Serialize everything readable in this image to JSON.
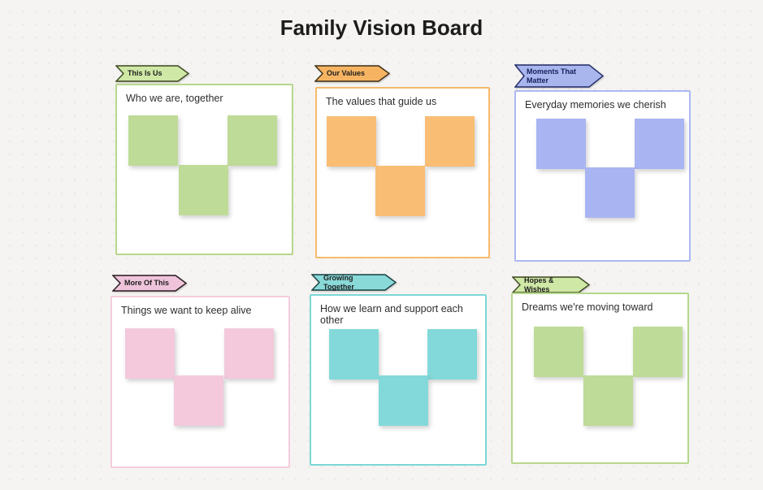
{
  "page": {
    "title": "Family Vision Board"
  },
  "board": {
    "background_color": "#f5f4f2",
    "sections": [
      {
        "tag": "This Is Us",
        "subtitle": "Who we are, together",
        "theme": "green",
        "colors": {
          "tag_fill": "#cfe8a6",
          "box_border": "#b7d78d",
          "note_fill": "#bedb97"
        },
        "note_count": 3
      },
      {
        "tag": "Our Values",
        "subtitle": "The values that guide us",
        "theme": "orange",
        "colors": {
          "tag_fill": "#f6b463",
          "box_border": "#f7b96b",
          "note_fill": "#f9bd74"
        },
        "note_count": 3
      },
      {
        "tag": "Moments That Matter",
        "subtitle": "Everyday memories we cherish",
        "theme": "blue",
        "colors": {
          "tag_fill": "#a9b6ee",
          "box_border": "#adb8f3",
          "note_fill": "#a9b4f2"
        },
        "note_count": 3
      },
      {
        "tag": "More Of This",
        "subtitle": "Things we want to keep alive",
        "theme": "pink",
        "colors": {
          "tag_fill": "#efc4da",
          "box_border": "#f4ccdd",
          "note_fill": "#f3c9db"
        },
        "note_count": 3
      },
      {
        "tag": "Growing Together",
        "subtitle": "How we learn and support each other",
        "theme": "teal",
        "colors": {
          "tag_fill": "#8ad9d9",
          "box_border": "#7cd7d7",
          "note_fill": "#83d9d9"
        },
        "note_count": 3
      },
      {
        "tag": "Hopes & Wishes",
        "subtitle": "Dreams we're moving toward",
        "theme": "green",
        "colors": {
          "tag_fill": "#cfe8a6",
          "box_border": "#b7d78d",
          "note_fill": "#bedb97"
        },
        "note_count": 3
      }
    ]
  }
}
